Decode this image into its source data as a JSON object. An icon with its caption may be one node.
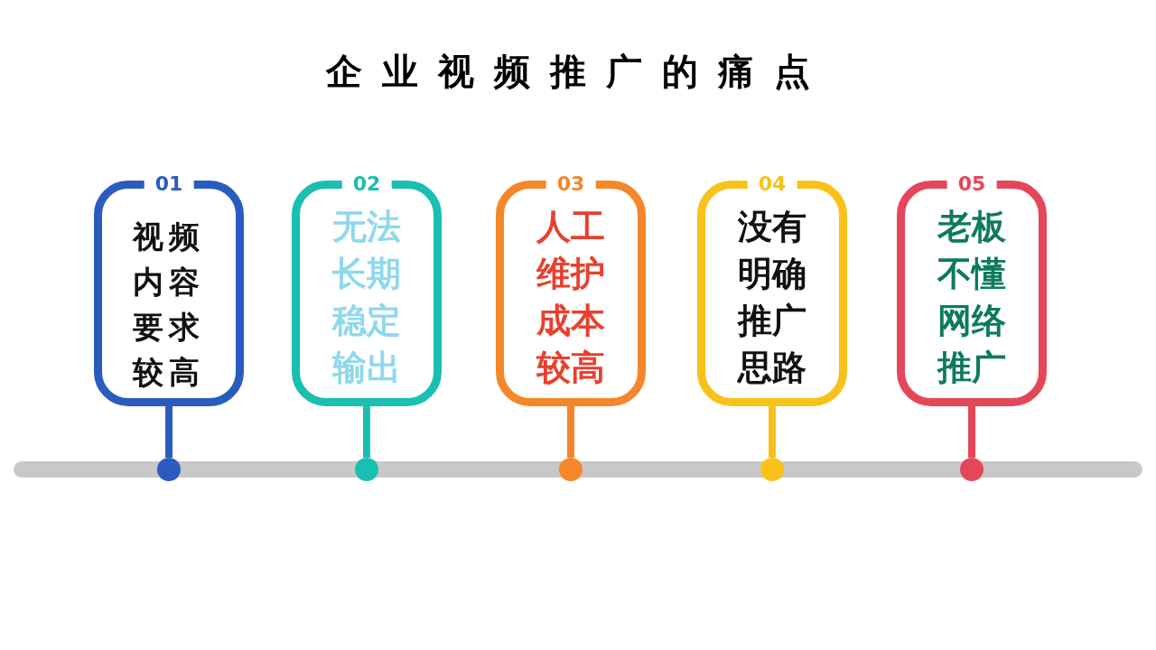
{
  "diagram": {
    "title": "企业视频推广的痛点",
    "nodes": [
      {
        "text": [
          "01",
          "视频内容要求较高"
        ]
      },
      {
        "text": [
          "02",
          "无法长期稳定输出"
        ]
      },
      {
        "text": [
          "03",
          "人工维护成本较高"
        ]
      },
      {
        "text": [
          "04",
          "没有明确推广思路"
        ]
      },
      {
        "text": [
          "05",
          "老板不懂网络推广"
        ]
      },
      {
        "text": [],
        "shape": "bar"
      },
      {
        "text": [],
        "shape": "circle"
      },
      {
        "text": [],
        "shape": "circle"
      },
      {
        "text": [],
        "shape": "circle"
      },
      {
        "text": [],
        "shape": "circle"
      },
      {
        "text": [],
        "shape": "circle"
      }
    ],
    "edges": [
      {
        "from": 0,
        "to": 6,
        "arrow": "none",
        "color": "#2a5cbf"
      },
      {
        "from": 1,
        "to": 7,
        "arrow": "none",
        "color": "#19bfb0"
      },
      {
        "from": 2,
        "to": 8,
        "arrow": "none",
        "color": "#f5872a"
      },
      {
        "from": 3,
        "to": 9,
        "arrow": "none",
        "color": "#f8c21a"
      },
      {
        "from": 4,
        "to": 10,
        "arrow": "none",
        "color": "#e4475a"
      }
    ]
  }
}
